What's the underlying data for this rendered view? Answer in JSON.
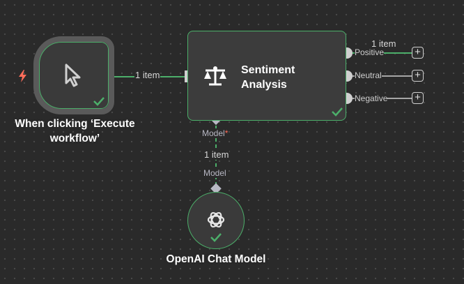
{
  "nodes": {
    "trigger": {
      "label": "When clicking ‘Execute workflow’"
    },
    "sentiment": {
      "title": "Sentiment Analysis"
    },
    "openai": {
      "label": "OpenAI Chat Model"
    }
  },
  "edges": {
    "trigger_to_sentiment": "1 item",
    "positive_output": "1 item",
    "model_connection": "1 item"
  },
  "ports": {
    "positive": "Positive",
    "neutral": "Neutral",
    "negative": "Negative",
    "model_input": "Model",
    "model_required_mark": "*",
    "model_output": "Model"
  },
  "add_button_symbol": "+",
  "colors": {
    "canvas": "#2a2a2a",
    "success": "#4caf6a",
    "trigger_bolt": "#ff6d5a",
    "required": "#ff6d5a"
  }
}
